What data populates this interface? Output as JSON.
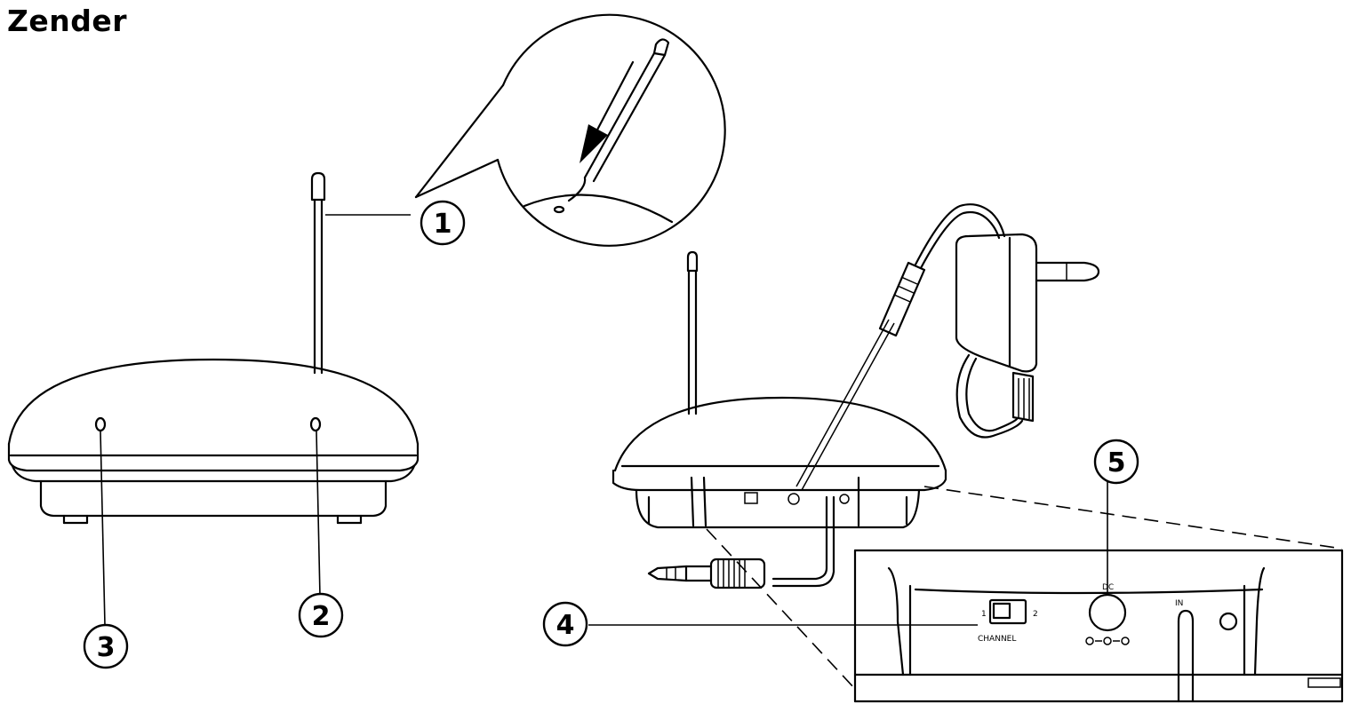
{
  "title": "Zender",
  "callouts": [
    {
      "id": "1",
      "label": "1"
    },
    {
      "id": "2",
      "label": "2"
    },
    {
      "id": "3",
      "label": "3"
    },
    {
      "id": "4",
      "label": "4"
    },
    {
      "id": "5",
      "label": "5"
    }
  ],
  "panel_labels": {
    "channel": "CHANNEL",
    "dc": "DC",
    "audio_in": "IN"
  }
}
